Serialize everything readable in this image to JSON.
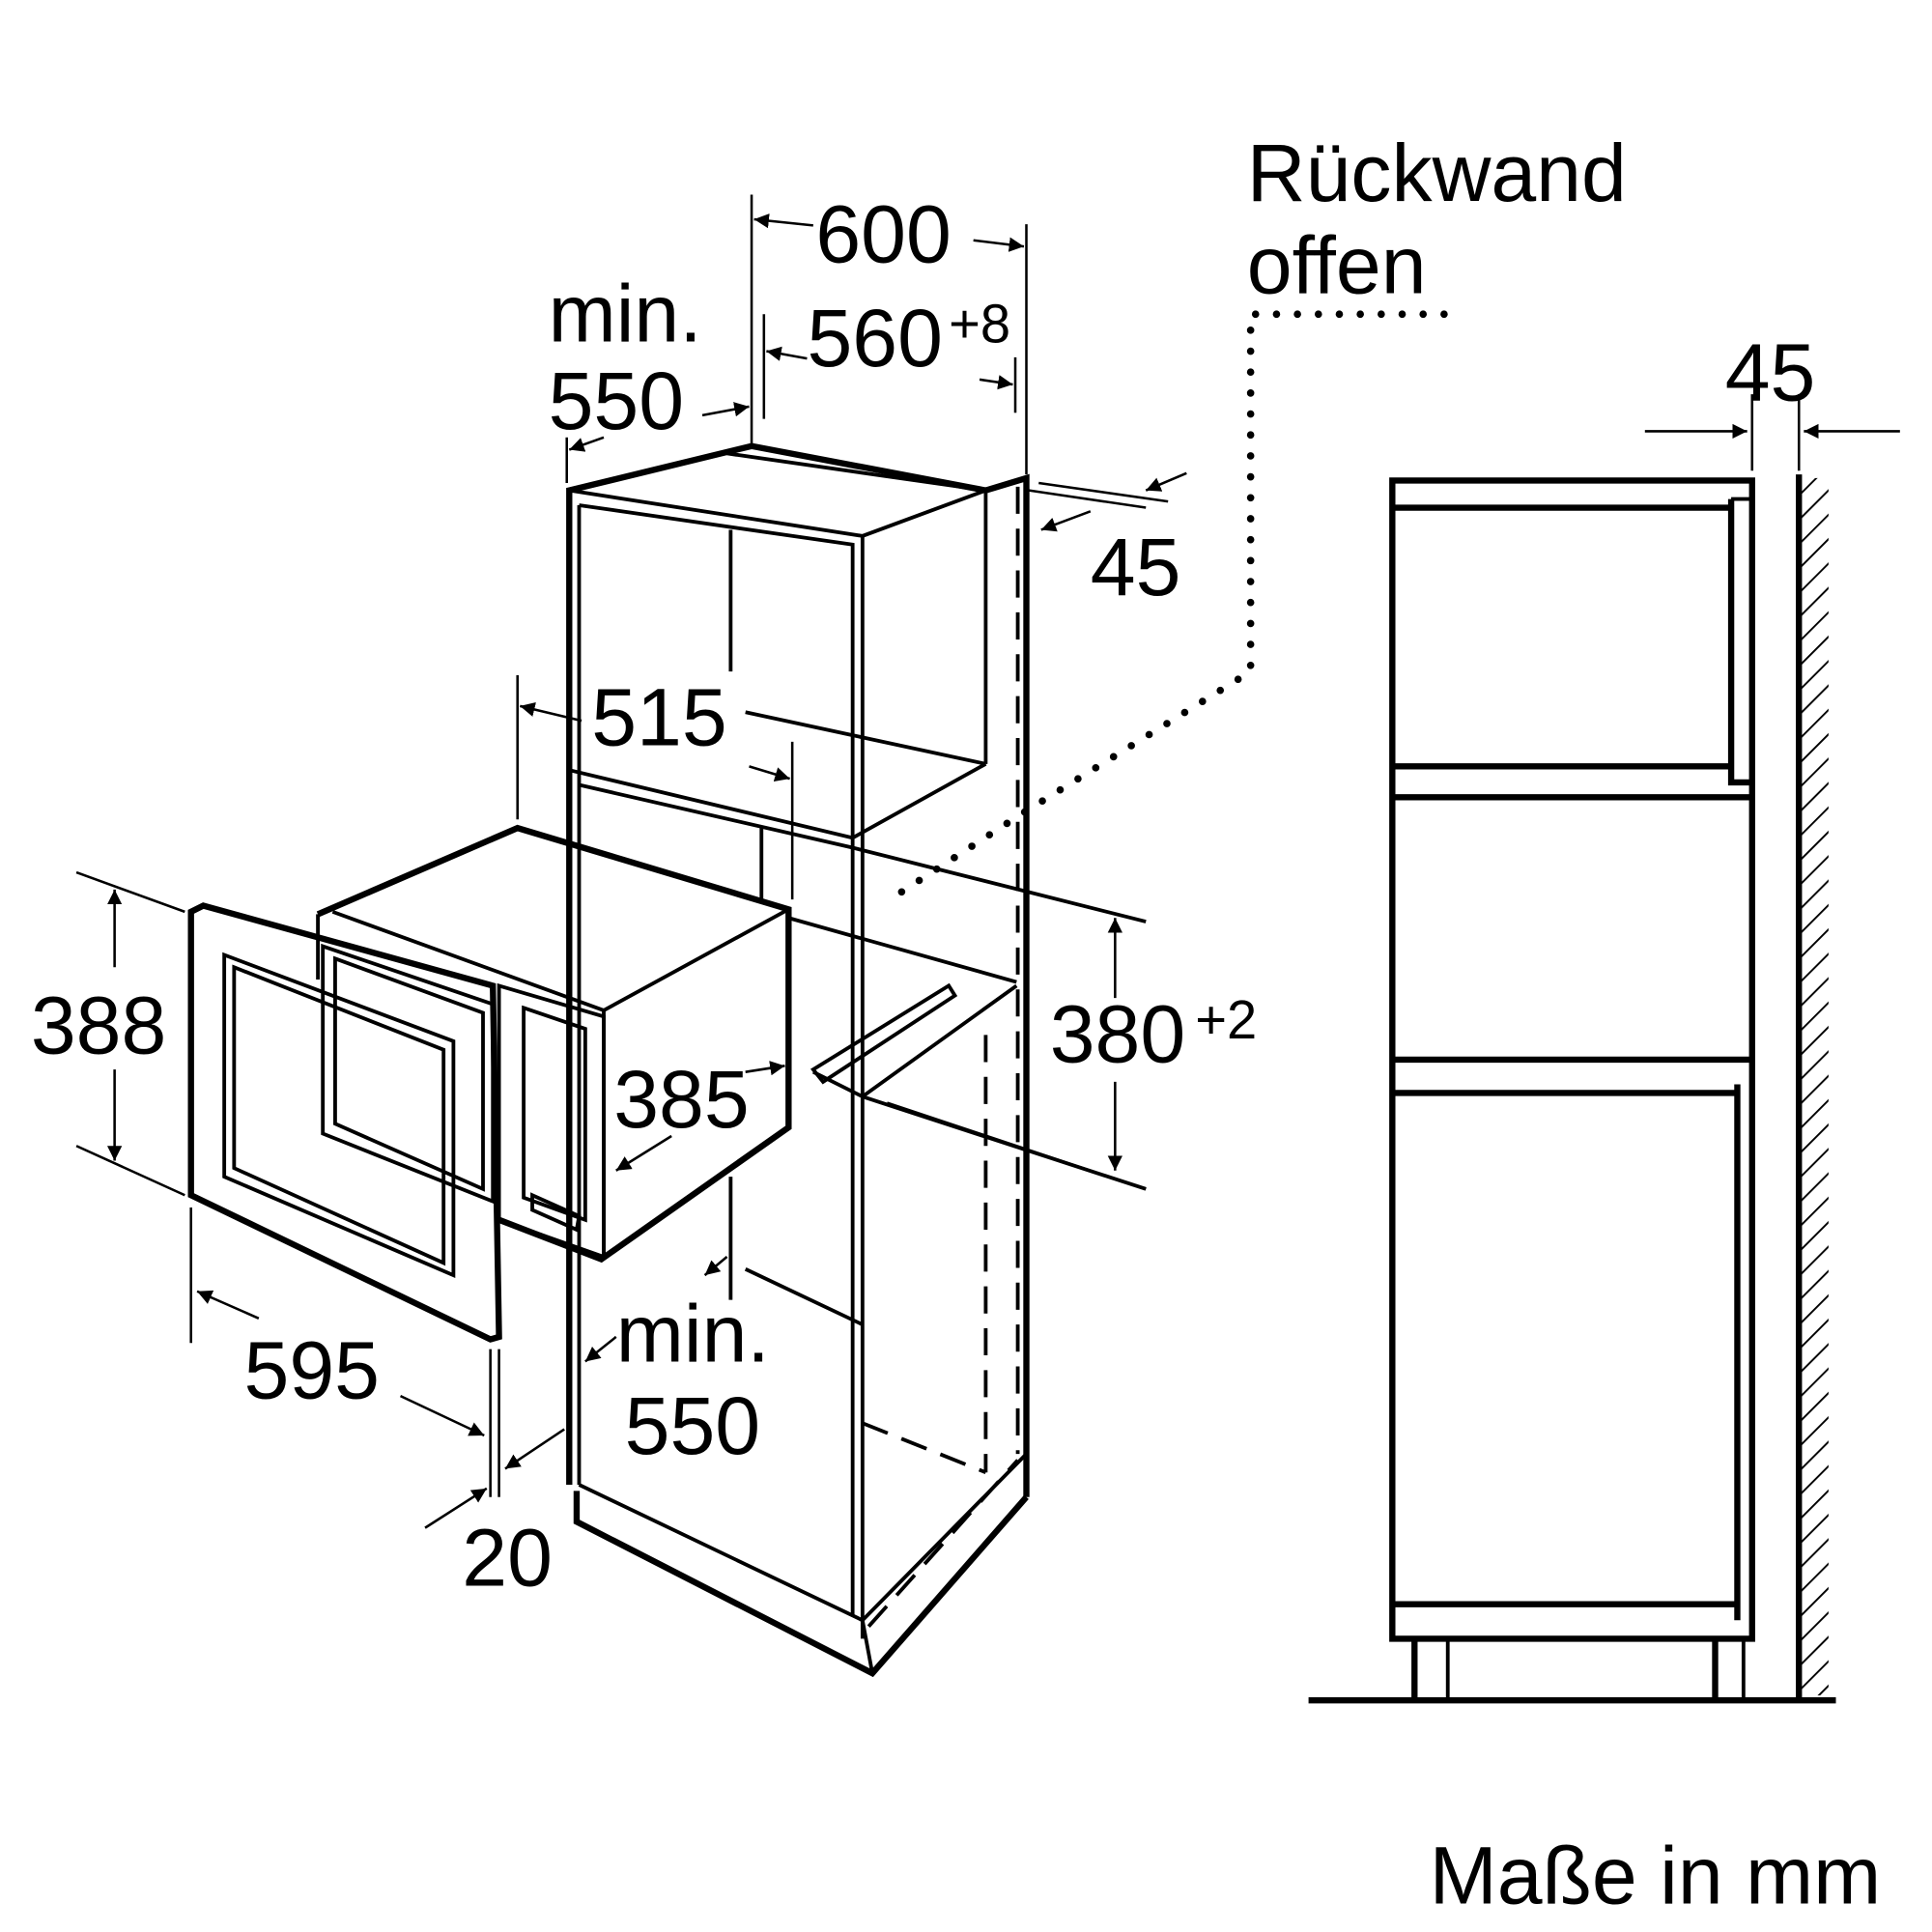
{
  "labels": {
    "rear_wall": "Rückwand",
    "rear_wall_2": "offen",
    "width_600": "600",
    "niche_width": "560",
    "niche_width_tol": "+8",
    "min_top": "min.",
    "depth_550_top": "550",
    "gap_45_side": "45",
    "gap_45_top": "45",
    "depth_515": "515",
    "height_388": "388",
    "depth_385": "385",
    "niche_height": "380",
    "niche_height_tol": "+2",
    "width_595": "595",
    "min_bottom": "min.",
    "depth_550_bottom": "550",
    "offset_20": "20",
    "units": "Maße in mm"
  }
}
